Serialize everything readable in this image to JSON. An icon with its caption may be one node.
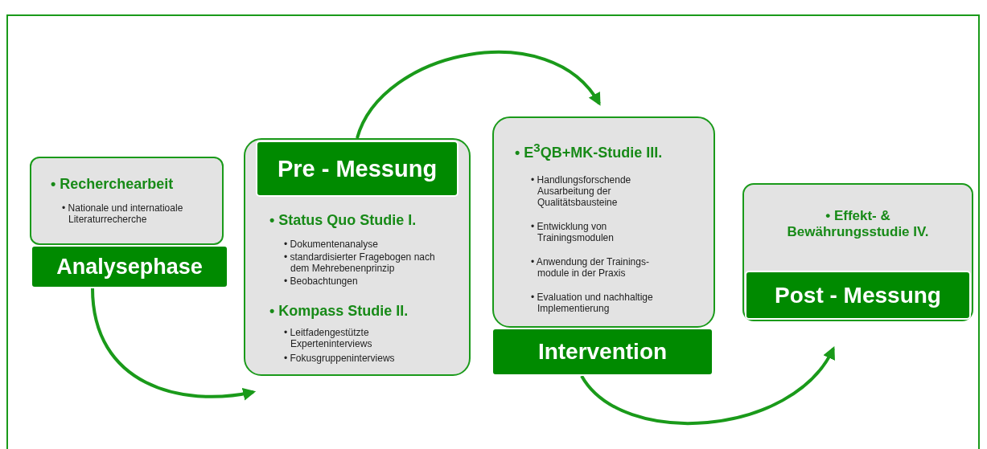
{
  "diagram": {
    "nodes": [
      {
        "text": [
          "• Recherchearbeit",
          "• Nationale und internatioale Literaturrecherche"
        ]
      },
      {
        "text": [
          "Analysephase"
        ]
      },
      {
        "text": [
          "• Status Quo Studie I.",
          "• Dokumentenanalyse",
          "• standardisierter Fragebogen nach dem Mehrebenenprinzip",
          "• Beobachtungen",
          "• Kompass Studie II.",
          "• Leitfadengestützte Experteninterviews",
          "• Fokusgruppeninterviews"
        ]
      },
      {
        "text": [
          "Pre - Messung"
        ],
        "in": 2
      },
      {
        "text": [
          "• E$^{3}$QB+MK-Studie III.",
          "• Handlungsforschende Ausarbeitung der Qualitätsbausteine",
          "• Entwicklung von Trainingsmodulen",
          "• Anwendung der Trainings- module in der Praxis",
          "• Evaluation und nachhaltige Implementierung"
        ]
      },
      {
        "text": [
          "Intervention"
        ]
      },
      {
        "text": [
          "• Effekt- & Bewährungsstudie IV."
        ]
      },
      {
        "text": [
          "Post - Messung"
        ],
        "in": 6
      }
    ],
    "edges": [
      {
        "from": 1,
        "to": 2,
        "arrow": "to"
      },
      {
        "from": 3,
        "to": 4,
        "arrow": "to"
      },
      {
        "from": 5,
        "to": 7,
        "arrow": "to"
      }
    ]
  }
}
